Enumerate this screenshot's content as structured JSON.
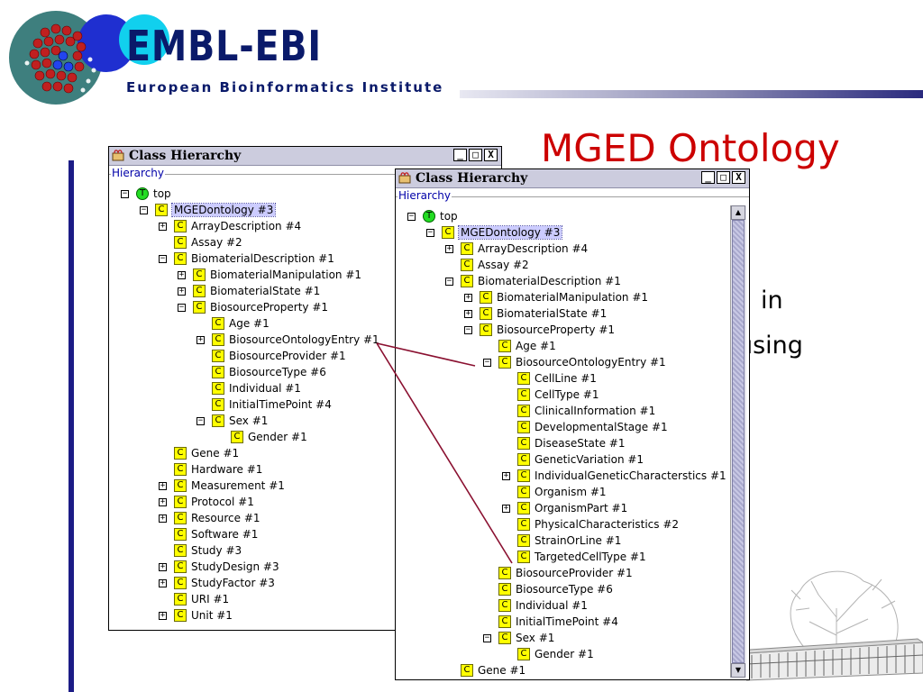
{
  "logo": {
    "title": "EMBL-EBI",
    "subtitle": "European Bioinformatics Institute"
  },
  "slide": {
    "title": "MGED Ontology",
    "fragments": [
      "in",
      "using"
    ]
  },
  "colors": {
    "slide_title": "#cc0000",
    "logo_text": "#0a1a6a",
    "accent_bar": "#1c1c86",
    "badge_class": "#ffff00",
    "badge_top": "#22dd22",
    "selection": "#ccccff",
    "link_line": "#8a1030"
  },
  "window1": {
    "title": "Class Hierarchy",
    "group": "Hierarchy",
    "controls": [
      "_",
      "□",
      "X"
    ],
    "nodes": [
      {
        "label": "top",
        "depth": 0,
        "exp": "minus",
        "badge": "T"
      },
      {
        "label": "MGEDontology #3",
        "depth": 1,
        "exp": "minus",
        "badge": "C",
        "selected": true
      },
      {
        "label": "ArrayDescription #4",
        "depth": 2,
        "exp": "plus",
        "badge": "C"
      },
      {
        "label": "Assay #2",
        "depth": 2,
        "exp": "",
        "badge": "C"
      },
      {
        "label": "BiomaterialDescription #1",
        "depth": 2,
        "exp": "minus",
        "badge": "C"
      },
      {
        "label": "BiomaterialManipulation #1",
        "depth": 3,
        "exp": "plus",
        "badge": "C"
      },
      {
        "label": "BiomaterialState #1",
        "depth": 3,
        "exp": "plus",
        "badge": "C"
      },
      {
        "label": "BiosourceProperty #1",
        "depth": 3,
        "exp": "minus",
        "badge": "C"
      },
      {
        "label": "Age #1",
        "depth": 4,
        "exp": "",
        "badge": "C"
      },
      {
        "label": "BiosourceOntologyEntry #1",
        "depth": 4,
        "exp": "plus",
        "badge": "C"
      },
      {
        "label": "BiosourceProvider #1",
        "depth": 4,
        "exp": "",
        "badge": "C"
      },
      {
        "label": "BiosourceType #6",
        "depth": 4,
        "exp": "",
        "badge": "C"
      },
      {
        "label": "Individual #1",
        "depth": 4,
        "exp": "",
        "badge": "C"
      },
      {
        "label": "InitialTimePoint #4",
        "depth": 4,
        "exp": "",
        "badge": "C"
      },
      {
        "label": "Sex #1",
        "depth": 4,
        "exp": "minus",
        "badge": "C"
      },
      {
        "label": "Gender #1",
        "depth": 5,
        "exp": "",
        "badge": "C"
      },
      {
        "label": "Gene #1",
        "depth": 2,
        "exp": "",
        "badge": "C"
      },
      {
        "label": "Hardware #1",
        "depth": 2,
        "exp": "",
        "badge": "C"
      },
      {
        "label": "Measurement #1",
        "depth": 2,
        "exp": "plus",
        "badge": "C"
      },
      {
        "label": "Protocol #1",
        "depth": 2,
        "exp": "plus",
        "badge": "C"
      },
      {
        "label": "Resource #1",
        "depth": 2,
        "exp": "plus",
        "badge": "C"
      },
      {
        "label": "Software #1",
        "depth": 2,
        "exp": "",
        "badge": "C"
      },
      {
        "label": "Study #3",
        "depth": 2,
        "exp": "",
        "badge": "C"
      },
      {
        "label": "StudyDesign #3",
        "depth": 2,
        "exp": "plus",
        "badge": "C"
      },
      {
        "label": "StudyFactor #3",
        "depth": 2,
        "exp": "plus",
        "badge": "C"
      },
      {
        "label": "URI #1",
        "depth": 2,
        "exp": "",
        "badge": "C"
      },
      {
        "label": "Unit #1",
        "depth": 2,
        "exp": "plus",
        "badge": "C"
      }
    ]
  },
  "window2": {
    "title": "Class Hierarchy",
    "group": "Hierarchy",
    "controls": [
      "_",
      "□",
      "X"
    ],
    "nodes": [
      {
        "label": "top",
        "depth": 0,
        "exp": "minus",
        "badge": "T"
      },
      {
        "label": "MGEDontology #3",
        "depth": 1,
        "exp": "minus",
        "badge": "C",
        "selected": true
      },
      {
        "label": "ArrayDescription #4",
        "depth": 2,
        "exp": "plus",
        "badge": "C"
      },
      {
        "label": "Assay #2",
        "depth": 2,
        "exp": "",
        "badge": "C"
      },
      {
        "label": "BiomaterialDescription #1",
        "depth": 2,
        "exp": "minus",
        "badge": "C"
      },
      {
        "label": "BiomaterialManipulation #1",
        "depth": 3,
        "exp": "plus",
        "badge": "C"
      },
      {
        "label": "BiomaterialState #1",
        "depth": 3,
        "exp": "plus",
        "badge": "C"
      },
      {
        "label": "BiosourceProperty #1",
        "depth": 3,
        "exp": "minus",
        "badge": "C"
      },
      {
        "label": "Age #1",
        "depth": 4,
        "exp": "",
        "badge": "C"
      },
      {
        "label": "BiosourceOntologyEntry #1",
        "depth": 4,
        "exp": "minus",
        "badge": "C"
      },
      {
        "label": "CellLine #1",
        "depth": 5,
        "exp": "",
        "badge": "C"
      },
      {
        "label": "CellType #1",
        "depth": 5,
        "exp": "",
        "badge": "C"
      },
      {
        "label": "ClinicalInformation #1",
        "depth": 5,
        "exp": "",
        "badge": "C"
      },
      {
        "label": "DevelopmentalStage #1",
        "depth": 5,
        "exp": "",
        "badge": "C"
      },
      {
        "label": "DiseaseState #1",
        "depth": 5,
        "exp": "",
        "badge": "C"
      },
      {
        "label": "GeneticVariation #1",
        "depth": 5,
        "exp": "",
        "badge": "C"
      },
      {
        "label": "IndividualGeneticCharacterstics #1",
        "depth": 5,
        "exp": "plus",
        "badge": "C"
      },
      {
        "label": "Organism #1",
        "depth": 5,
        "exp": "",
        "badge": "C"
      },
      {
        "label": "OrganismPart #1",
        "depth": 5,
        "exp": "plus",
        "badge": "C"
      },
      {
        "label": "PhysicalCharacteristics #2",
        "depth": 5,
        "exp": "",
        "badge": "C"
      },
      {
        "label": "StrainOrLine #1",
        "depth": 5,
        "exp": "",
        "badge": "C"
      },
      {
        "label": "TargetedCellType #1",
        "depth": 5,
        "exp": "",
        "badge": "C"
      },
      {
        "label": "BiosourceProvider #1",
        "depth": 4,
        "exp": "",
        "badge": "C"
      },
      {
        "label": "BiosourceType #6",
        "depth": 4,
        "exp": "",
        "badge": "C"
      },
      {
        "label": "Individual #1",
        "depth": 4,
        "exp": "",
        "badge": "C"
      },
      {
        "label": "InitialTimePoint #4",
        "depth": 4,
        "exp": "",
        "badge": "C"
      },
      {
        "label": "Sex #1",
        "depth": 4,
        "exp": "minus",
        "badge": "C"
      },
      {
        "label": "Gender #1",
        "depth": 5,
        "exp": "",
        "badge": "C"
      },
      {
        "label": "Gene #1",
        "depth": 2,
        "exp": "",
        "badge": "C"
      }
    ]
  }
}
